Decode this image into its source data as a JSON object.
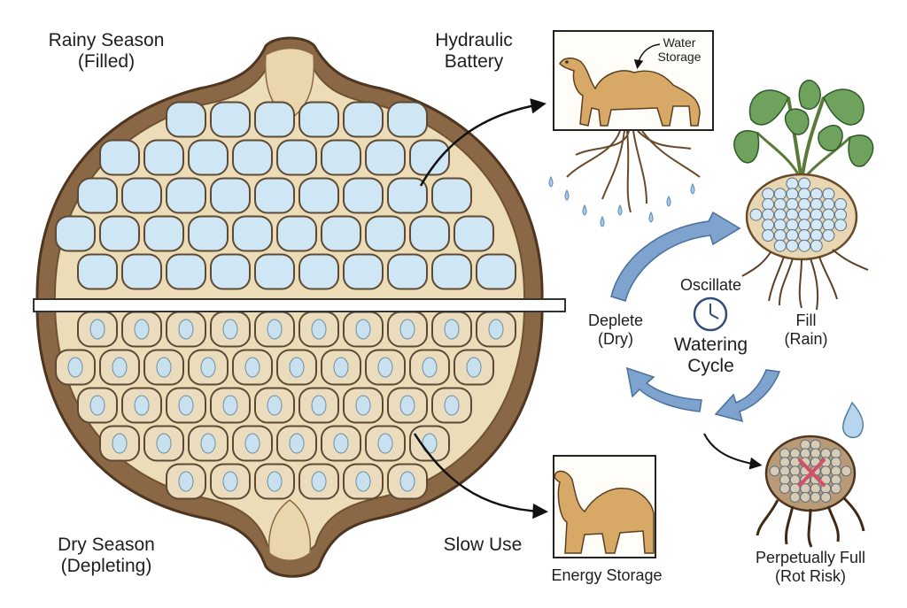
{
  "labels": {
    "rainy_season": {
      "line1": "Rainy Season",
      "line2": "(Filled)"
    },
    "dry_season": {
      "line1": "Dry Season",
      "line2": "(Depleting)"
    },
    "hydraulic_battery": {
      "line1": "Hydraulic",
      "line2": "Battery"
    },
    "water_storage": {
      "line1": "Water",
      "line2": "Storage"
    },
    "slow_use": "Slow Use",
    "energy_storage": "Energy Storage",
    "oscillate": "Oscillate",
    "watering_cycle": {
      "line1": "Watering",
      "line2": "Cycle"
    },
    "deplete": {
      "line1": "Deplete",
      "line2": "(Dry)"
    },
    "fill": {
      "line1": "Fill",
      "line2": "(Rain)"
    },
    "perpetually_full": {
      "line1": "Perpetually Full",
      "line2": "(Rot Risk)"
    }
  },
  "icons": [
    "clock-icon",
    "water-drop-icon",
    "cross-mark-icon",
    "camel-icon",
    "plant-icon",
    "tuber-icon"
  ],
  "colors": {
    "water_cell": "#cfe6f4",
    "dry_cell": "#eadcbc",
    "bark": "#7a5a3c",
    "cycle_arrow": "#7fa3cf",
    "cross_mark": "#d0516a",
    "leaf": "#5f9a52",
    "camel": "#d8a866"
  }
}
